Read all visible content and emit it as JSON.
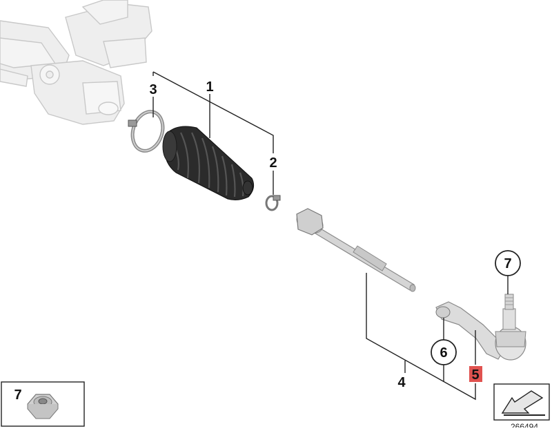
{
  "diagram": {
    "callouts": {
      "c1": "1",
      "c2": "2",
      "c3": "3",
      "c4": "4",
      "c5": "5",
      "c6": "6",
      "c7": "7"
    },
    "inset_label": "7",
    "image_number": "266494",
    "highlight_color": "#e0524f"
  }
}
